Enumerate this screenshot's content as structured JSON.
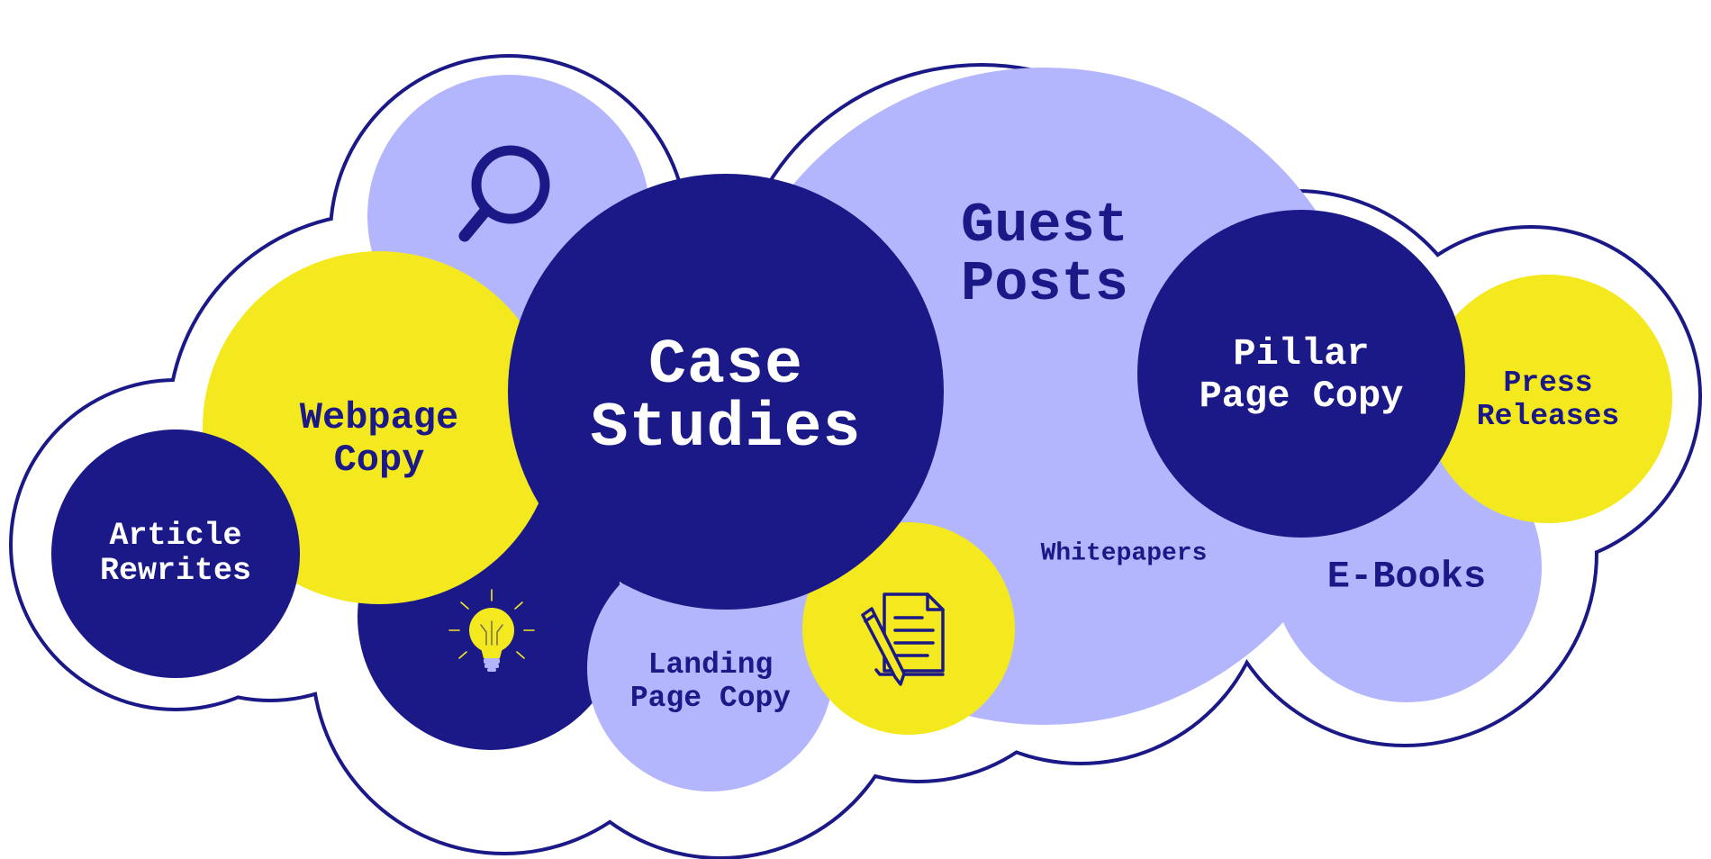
{
  "colors": {
    "navy": "#1b1987",
    "lavender": "#b4b6fd",
    "yellow": "#f4e91f",
    "white": "#ffffff"
  },
  "bubbles": {
    "case_studies": "Case\nStudies",
    "guest_posts": "Guest\nPosts",
    "pillar_page_copy": "Pillar\nPage Copy",
    "press_releases": "Press\nReleases",
    "webpage_copy": "Webpage\nCopy",
    "article_rewrites": "Article\nRewrites",
    "landing_page_copy": "Landing\nPage Copy",
    "whitepapers": "Whitepapers",
    "e_books": "E-Books"
  },
  "icons": {
    "search": "magnifying-glass-icon",
    "idea": "lightbulb-icon",
    "document": "document-pencil-icon"
  }
}
